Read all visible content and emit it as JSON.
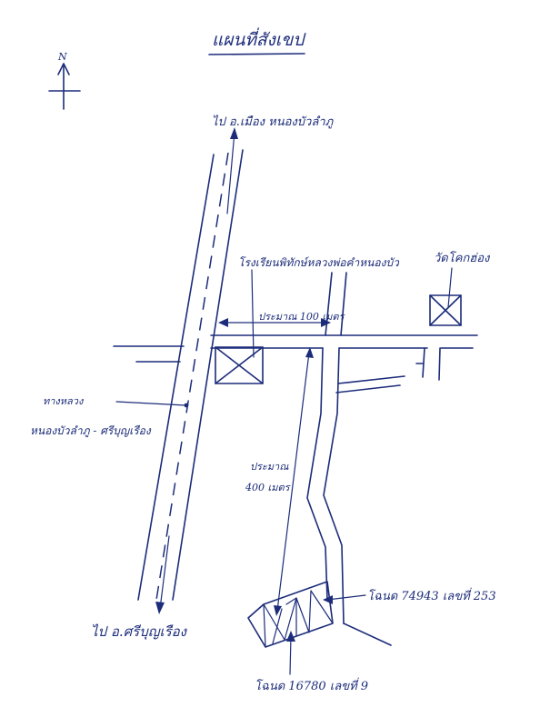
{
  "title": "แผนที่สังเขป",
  "compass": {
    "label": "N",
    "icon": "north-arrow-icon"
  },
  "road_labels": {
    "north_end": "ไป อ.เมือง หนองบัวลำภู",
    "south_end": "ไป อ.ศรีบุญเรือง",
    "highway_name_line1": "ทางหลวง",
    "highway_name_line2": "หนองบัวลำภู - ศรีบุญเรือง"
  },
  "landmarks": {
    "school": "โรงเรียนพิทักษ์หลวงพ่อคำหนองบัว",
    "temple": "วัดโคกฮ่อง"
  },
  "distances": {
    "east_west": "ประมาณ 100 เมตร",
    "south_line1": "ประมาณ",
    "south_line2": "400 เมตร"
  },
  "parcels": {
    "parcel_east": "โฉนด 74943 เลขที่ 253",
    "parcel_south": "โฉนด 16780 เลขที่ 9"
  },
  "colors": {
    "ink": "#1c2c7a",
    "paper": "#ffffff"
  }
}
